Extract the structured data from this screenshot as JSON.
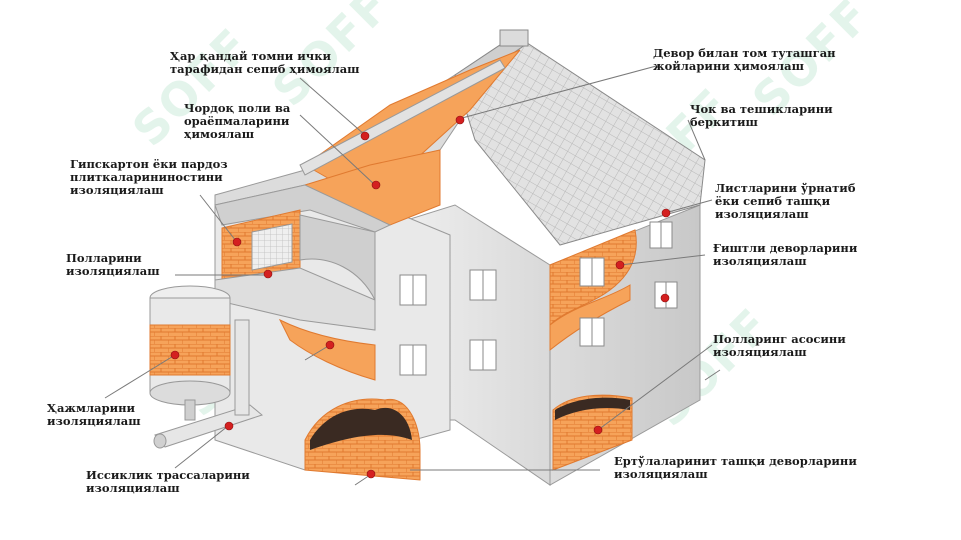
{
  "watermark": "SOFF",
  "colors": {
    "insulation": "#f6a35a",
    "insulation_dark": "#e8742a",
    "marker": "#d42020",
    "wall": "#e6e6e6",
    "roof": "#d8d8d8"
  },
  "labels": [
    {
      "id": "roof-slope",
      "text": "Ҳар қандай томни ички\nтарафидан сепиб ҳимоялаш"
    },
    {
      "id": "attic-floor",
      "text": "Чордоқ поли ва\nораёпмаларини\nҳимоялаш"
    },
    {
      "id": "drywall",
      "text": "Гипскартон ёки пардоз\nплиткаларининостини\nизоляциялаш"
    },
    {
      "id": "floors",
      "text": "Полларини\nизоляциялаш"
    },
    {
      "id": "volumes",
      "text": "Ҳажмларини\nизоляциялаш"
    },
    {
      "id": "heat-pipes",
      "text": "Иссиклик трассаларини\nизоляциялаш"
    },
    {
      "id": "wall-roof-junction",
      "text": "Девор билан том туташган\nжойларини ҳимоялаш"
    },
    {
      "id": "seams",
      "text": "Чок ва тешикларини\nберкитиш"
    },
    {
      "id": "sheets",
      "text": "Листларини ўрнатиб\nёки сепиб ташқи\nизоляциялаш"
    },
    {
      "id": "brick-walls",
      "text": "Ғиштли деворларини\nизоляциялаш"
    },
    {
      "id": "floor-base",
      "text": "Полларинг асосини\nизоляциялаш"
    },
    {
      "id": "basement-walls",
      "text": "Ертўлаларинит ташқи деворларини\nизоляциялаш"
    }
  ]
}
